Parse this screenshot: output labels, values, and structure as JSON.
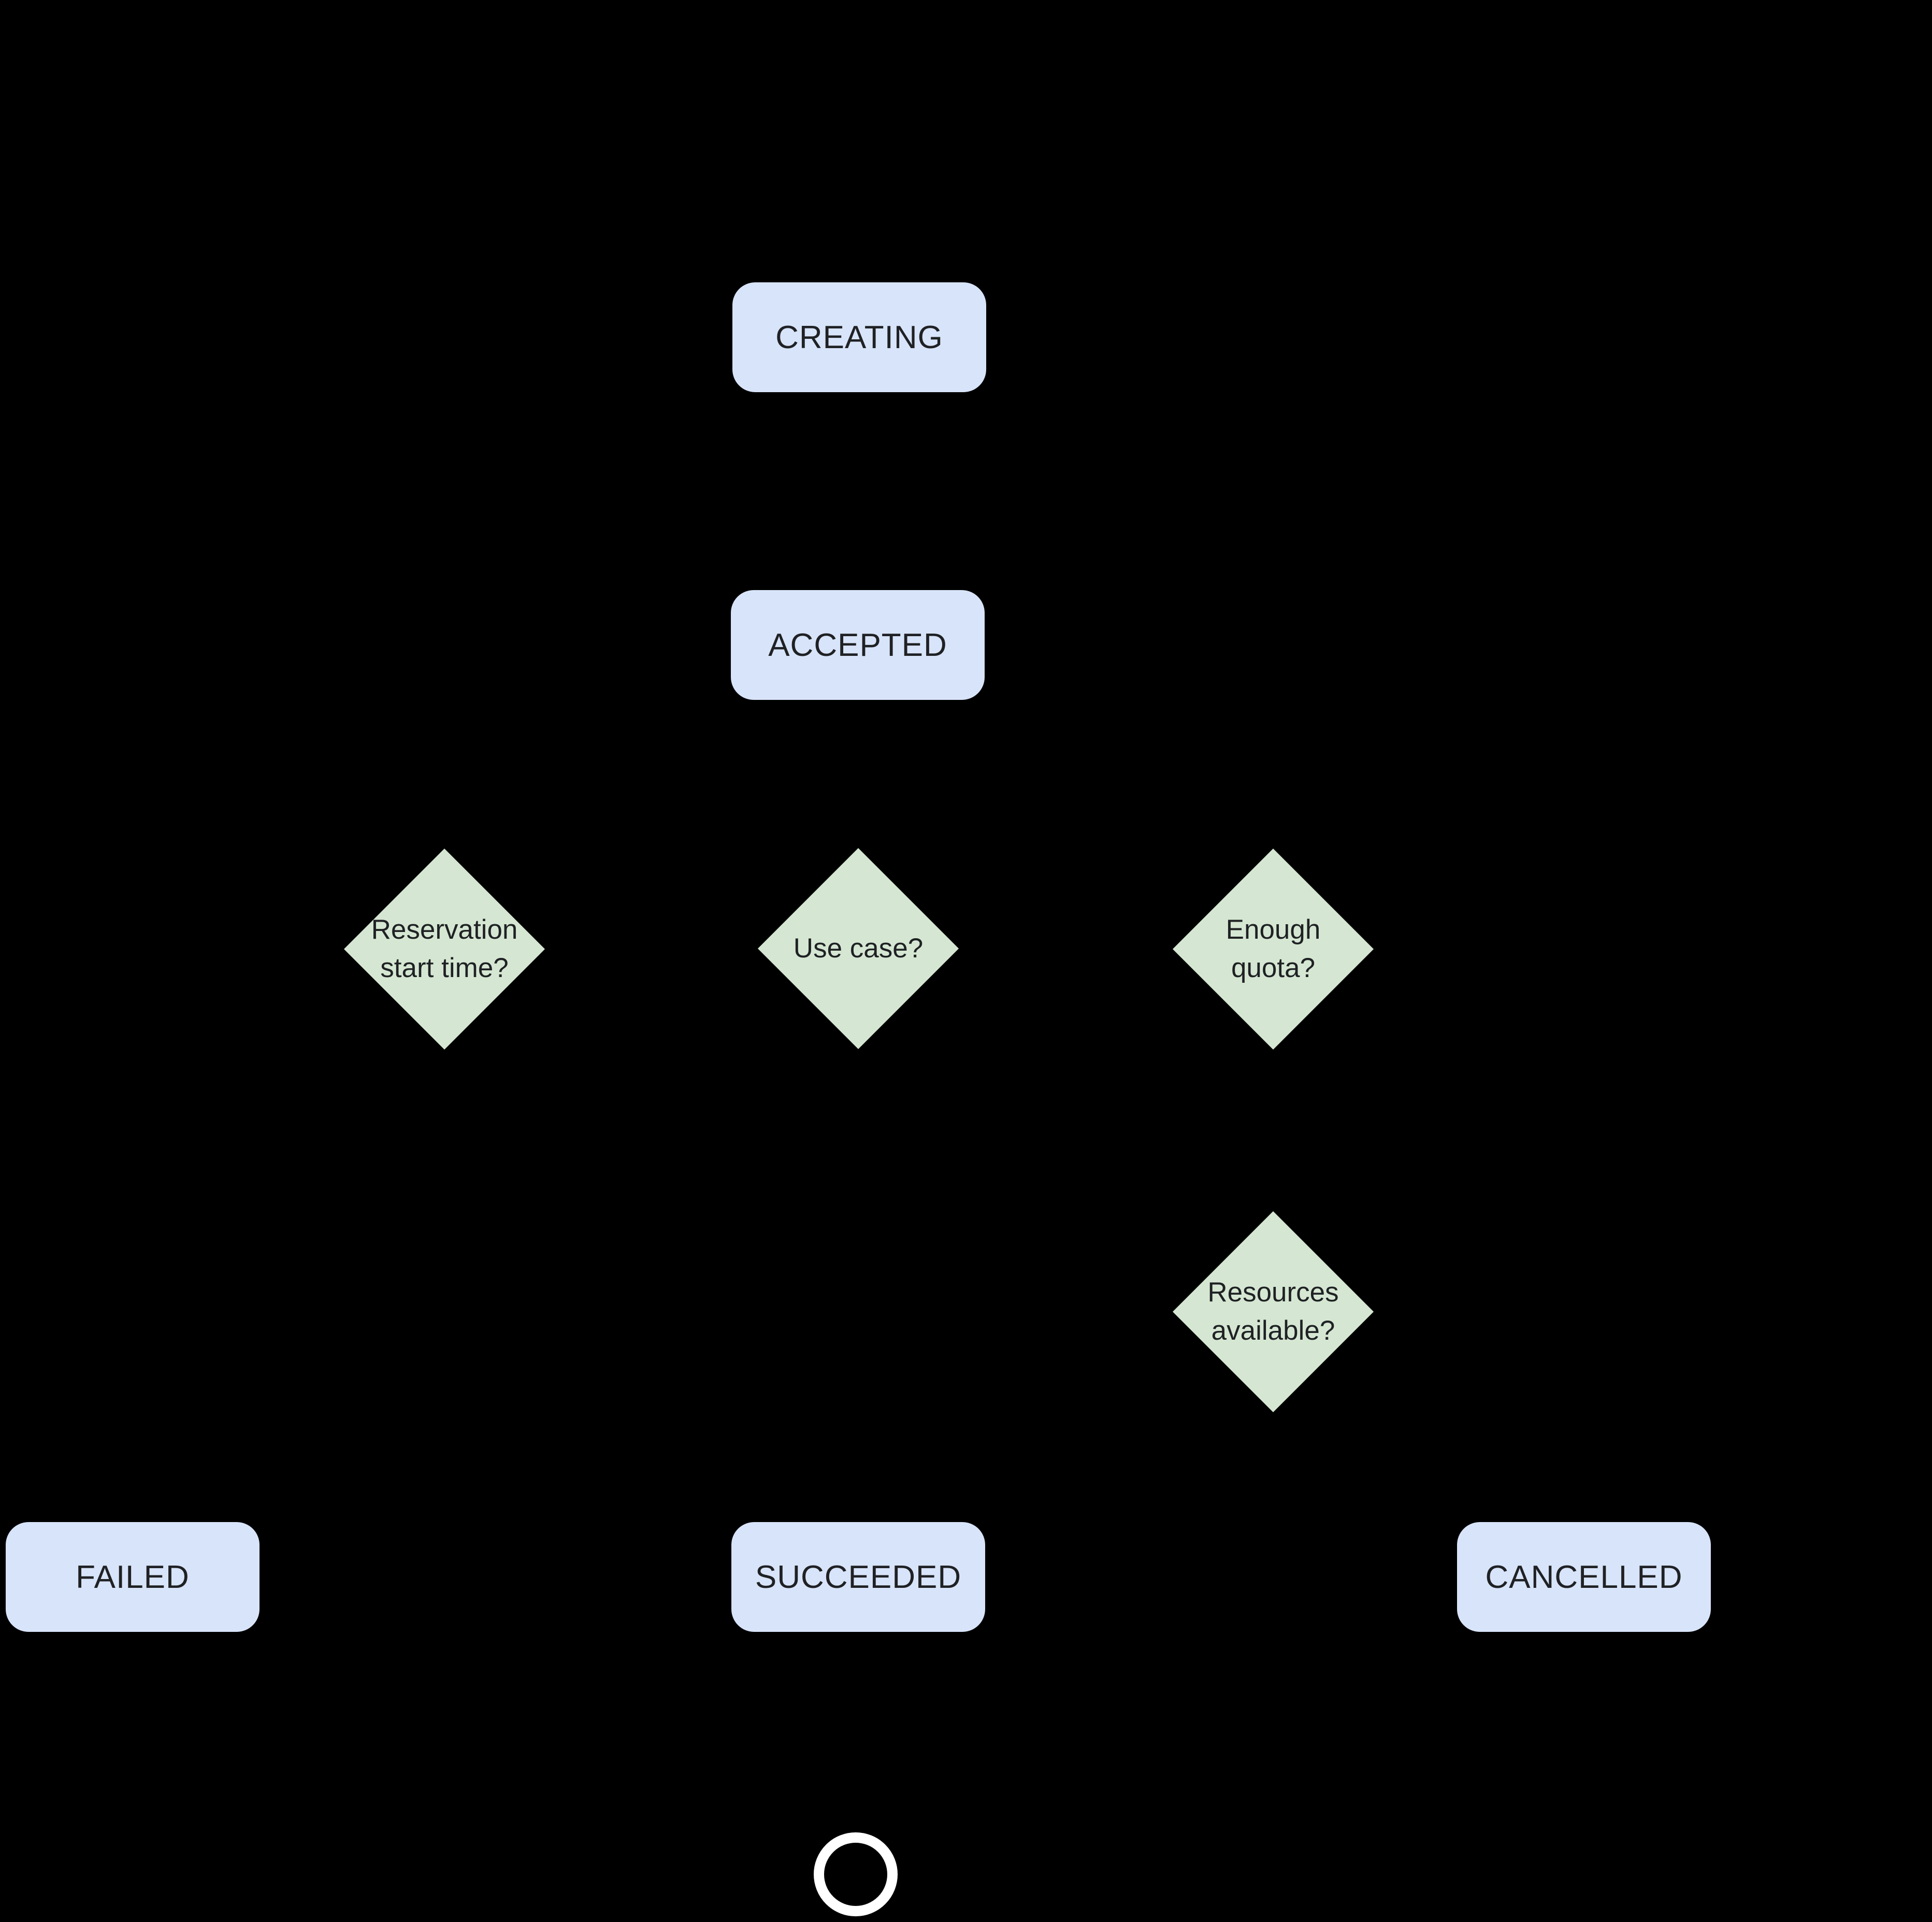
{
  "diagram": {
    "type": "flowchart",
    "background_color": "#000000",
    "state_fill_color": "#d8e4f9",
    "decision_fill_color": "#d5e7d2",
    "text_color": "#1f2124",
    "end_ring_color": "#ffffff",
    "states": [
      {
        "id": "creating",
        "label": "CREATING"
      },
      {
        "id": "accepted",
        "label": "ACCEPTED"
      },
      {
        "id": "failed",
        "label": "FAILED"
      },
      {
        "id": "succeeded",
        "label": "SUCCEEDED"
      },
      {
        "id": "cancelled",
        "label": "CANCELLED"
      }
    ],
    "decisions": [
      {
        "id": "reservation-start-time",
        "label": "Reservation start time?",
        "lines": [
          "Reservation",
          "start time?"
        ]
      },
      {
        "id": "use-case",
        "label": "Use case?",
        "lines": [
          "Use case?"
        ]
      },
      {
        "id": "enough-quota",
        "label": "Enough quota?",
        "lines": [
          "Enough",
          "quota?"
        ]
      },
      {
        "id": "resources-available",
        "label": "Resources available?",
        "lines": [
          "Resources",
          "available?"
        ]
      }
    ],
    "end_state": {
      "id": "end",
      "shape": "circle"
    }
  }
}
